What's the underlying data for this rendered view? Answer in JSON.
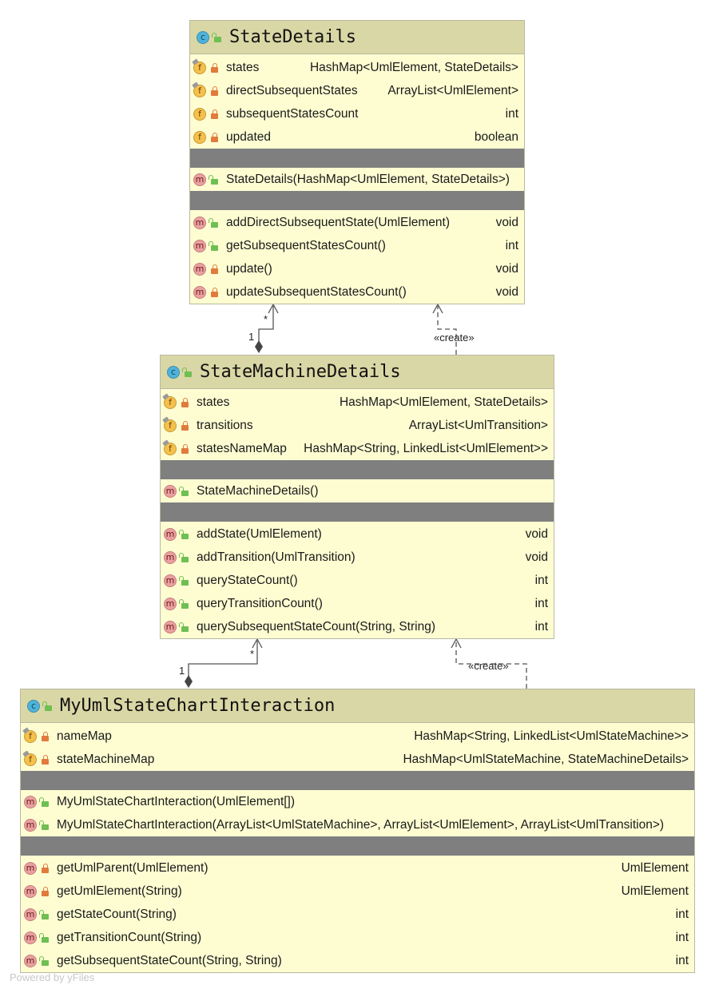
{
  "classes": {
    "state_details": {
      "badge": "c",
      "title": "StateDetails",
      "fields": [
        {
          "name": "states",
          "type": "HashMap<UmlElement, StateDetails>"
        },
        {
          "name": "directSubsequentStates",
          "type": "ArrayList<UmlElement>"
        },
        {
          "name": "subsequentStatesCount",
          "type": "int"
        },
        {
          "name": "updated",
          "type": "boolean"
        }
      ],
      "constructors": [
        {
          "name": "StateDetails(HashMap<UmlElement, StateDetails>)",
          "type": ""
        }
      ],
      "methods": [
        {
          "name": "addDirectSubsequentState(UmlElement)",
          "type": "void"
        },
        {
          "name": "getSubsequentStatesCount()",
          "type": "int"
        },
        {
          "name": "update()",
          "type": "void"
        },
        {
          "name": "updateSubsequentStatesCount()",
          "type": "void"
        }
      ]
    },
    "state_machine_details": {
      "badge": "c",
      "title": "StateMachineDetails",
      "fields": [
        {
          "name": "states",
          "type": "HashMap<UmlElement, StateDetails>"
        },
        {
          "name": "transitions",
          "type": "ArrayList<UmlTransition>"
        },
        {
          "name": "statesNameMap",
          "type": "HashMap<String, LinkedList<UmlElement>>"
        }
      ],
      "constructors": [
        {
          "name": "StateMachineDetails()",
          "type": ""
        }
      ],
      "methods": [
        {
          "name": "addState(UmlElement)",
          "type": "void"
        },
        {
          "name": "addTransition(UmlTransition)",
          "type": "void"
        },
        {
          "name": "queryStateCount()",
          "type": "int"
        },
        {
          "name": "queryTransitionCount()",
          "type": "int"
        },
        {
          "name": "querySubsequentStateCount(String, String)",
          "type": "int"
        }
      ]
    },
    "interaction": {
      "badge": "c",
      "title": "MyUmlStateChartInteraction",
      "fields": [
        {
          "name": "nameMap",
          "type": "HashMap<String, LinkedList<UmlStateMachine>>"
        },
        {
          "name": "stateMachineMap",
          "type": "HashMap<UmlStateMachine, StateMachineDetails>"
        }
      ],
      "constructors": [
        {
          "name": "MyUmlStateChartInteraction(UmlElement[])",
          "type": ""
        },
        {
          "name": "MyUmlStateChartInteraction(ArrayList<UmlStateMachine>, ArrayList<UmlElement>, ArrayList<UmlTransition>)",
          "type": ""
        }
      ],
      "methods": [
        {
          "name": "getUmlParent(UmlElement)",
          "type": "UmlElement"
        },
        {
          "name": "getUmlElement(String)",
          "type": "UmlElement"
        },
        {
          "name": "getStateCount(String)",
          "type": "int"
        },
        {
          "name": "getTransitionCount(String)",
          "type": "int"
        },
        {
          "name": "getSubsequentStateCount(String, String)",
          "type": "int"
        }
      ]
    }
  },
  "relations": {
    "composition_top": {
      "source_multiplicity": "1",
      "target_multiplicity": "*"
    },
    "create_top": {
      "label": "«create»"
    },
    "composition_bottom": {
      "source_multiplicity": "1",
      "target_multiplicity": "*"
    },
    "create_bottom": {
      "label": "«create»"
    }
  },
  "icons": {
    "f": "f",
    "m": "m"
  },
  "colors": {
    "header": "#d9d7a5",
    "body": "#fefdd2",
    "separator": "#7f7f7f"
  },
  "watermark": "Powered by yFiles"
}
